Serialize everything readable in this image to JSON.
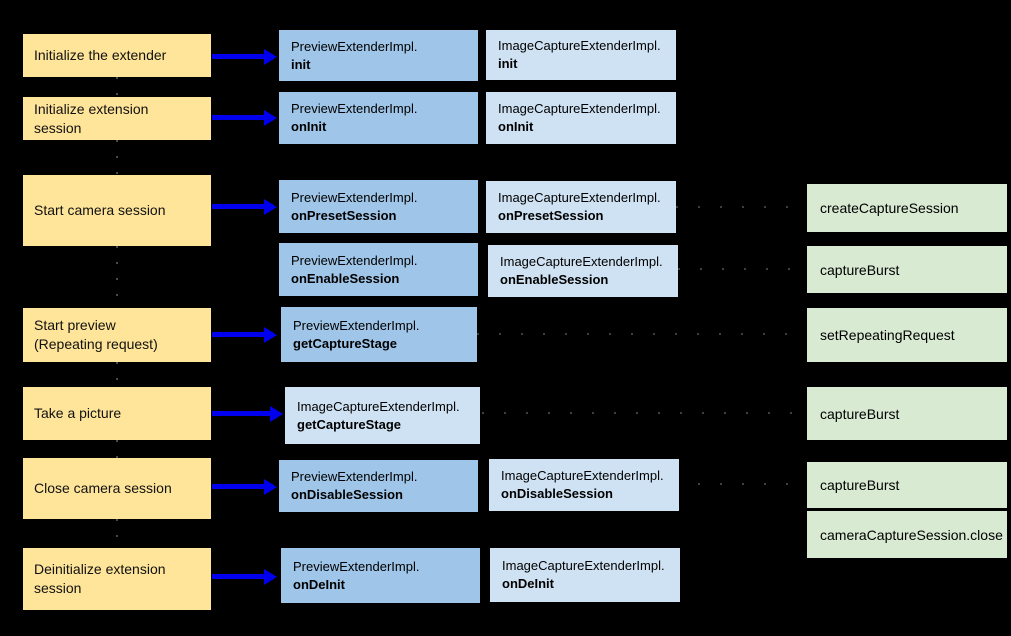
{
  "palette": {
    "background": "#000000",
    "step_fill": "#FFE599",
    "preview_fill": "#9FC5E8",
    "capture_fill": "#CFE2F3",
    "camera2_fill": "#D9EAD3",
    "arrow": "#0000EE",
    "text": "#000000"
  },
  "rows": [
    {
      "step": "Initialize the extender",
      "preview": {
        "cls": "PreviewExtenderImpl.",
        "method": "init"
      },
      "capture": {
        "cls": "ImageCaptureExtenderImpl.",
        "method": "init"
      }
    },
    {
      "step": "Initialize extension\nsession",
      "preview": {
        "cls": "PreviewExtenderImpl.",
        "method": "onInit"
      },
      "capture": {
        "cls": "ImageCaptureExtenderImpl.",
        "method": "onInit"
      }
    },
    {
      "step": "Start camera session",
      "preview": {
        "cls": "PreviewExtenderImpl.",
        "method": "onPresetSession"
      },
      "capture": {
        "cls": "ImageCaptureExtenderImpl.",
        "method": "onPresetSession"
      },
      "preview2": {
        "cls": "PreviewExtenderImpl.",
        "method": "onEnableSession"
      },
      "capture2": {
        "cls": "ImageCaptureExtenderImpl.",
        "method": "onEnableSession"
      },
      "camera2": [
        "createCaptureSession",
        "captureBurst"
      ]
    },
    {
      "step": "Start preview\n(Repeating request)",
      "preview": {
        "cls": "PreviewExtenderImpl.",
        "method": "getCaptureStage"
      },
      "camera2": [
        "setRepeatingRequest"
      ]
    },
    {
      "step": "Take a picture",
      "capture": {
        "cls": "ImageCaptureExtenderImpl.",
        "method": "getCaptureStage"
      },
      "camera2": [
        "captureBurst"
      ]
    },
    {
      "step": "Close camera session",
      "preview": {
        "cls": "PreviewExtenderImpl.",
        "method": "onDisableSession"
      },
      "capture": {
        "cls": "ImageCaptureExtenderImpl.",
        "method": "onDisableSession"
      },
      "camera2": [
        "captureBurst",
        "cameraCaptureSession.close"
      ]
    },
    {
      "step": "Deinitialize extension\nsession",
      "preview": {
        "cls": "PreviewExtenderImpl.",
        "method": "onDeInit"
      },
      "capture": {
        "cls": "ImageCaptureExtenderImpl.",
        "method": "onDeInit"
      }
    }
  ]
}
